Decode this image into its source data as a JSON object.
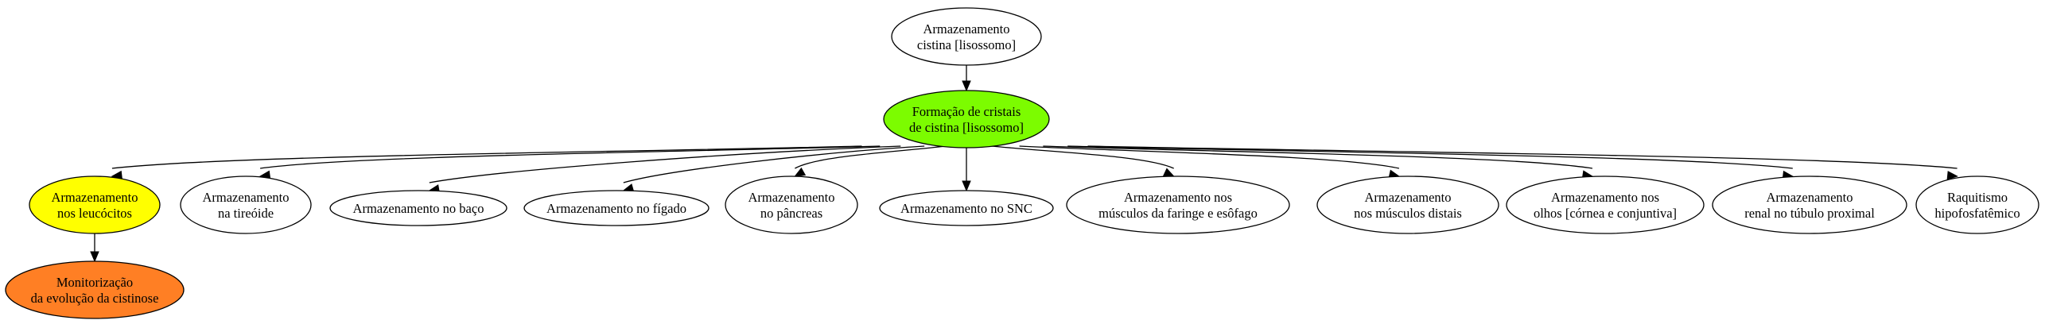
{
  "diagram": {
    "type": "flow-graph",
    "nodes": [
      {
        "id": "n_armazenamento_cistina",
        "lines": [
          "Armazenamento",
          "cistina [lisossomo]"
        ],
        "fill": "#ffffff"
      },
      {
        "id": "n_formacao_cristais",
        "lines": [
          "Formação de cristais",
          "de cistina [lisossomo]"
        ],
        "fill": "#7cfc00"
      },
      {
        "id": "n_leucocitos",
        "lines": [
          "Armazenamento",
          "nos leucócitos"
        ],
        "fill": "#ffff00"
      },
      {
        "id": "n_tireoide",
        "lines": [
          "Armazenamento",
          "na tireóide"
        ],
        "fill": "#ffffff"
      },
      {
        "id": "n_baco",
        "lines": [
          "Armazenamento no baço"
        ],
        "fill": "#ffffff"
      },
      {
        "id": "n_figado",
        "lines": [
          "Armazenamento no fígado"
        ],
        "fill": "#ffffff"
      },
      {
        "id": "n_pancreas",
        "lines": [
          "Armazenamento",
          "no pâncreas"
        ],
        "fill": "#ffffff"
      },
      {
        "id": "n_snc",
        "lines": [
          "Armazenamento no SNC"
        ],
        "fill": "#ffffff"
      },
      {
        "id": "n_faringe",
        "lines": [
          "Armazenamento nos",
          "músculos da faringe e esôfago"
        ],
        "fill": "#ffffff"
      },
      {
        "id": "n_musculos_distais",
        "lines": [
          "Armazenamento",
          "nos músculos distais"
        ],
        "fill": "#ffffff"
      },
      {
        "id": "n_olhos",
        "lines": [
          "Armazenamento nos",
          "olhos [córnea e conjuntiva]"
        ],
        "fill": "#ffffff"
      },
      {
        "id": "n_renal",
        "lines": [
          "Armazenamento",
          "renal no túbulo proximal"
        ],
        "fill": "#ffffff"
      },
      {
        "id": "n_raquitismo",
        "lines": [
          "Raquitismo",
          "hipofosfatêmico"
        ],
        "fill": "#ffffff"
      },
      {
        "id": "n_monitorizacao",
        "lines": [
          "Monitorização",
          "da evolução da cistinose"
        ],
        "fill": "#ff7f24"
      }
    ],
    "edges": [
      {
        "from": "n_armazenamento_cistina",
        "to": "n_formacao_cristais"
      },
      {
        "from": "n_formacao_cristais",
        "to": "n_leucocitos"
      },
      {
        "from": "n_formacao_cristais",
        "to": "n_tireoide"
      },
      {
        "from": "n_formacao_cristais",
        "to": "n_baco"
      },
      {
        "from": "n_formacao_cristais",
        "to": "n_figado"
      },
      {
        "from": "n_formacao_cristais",
        "to": "n_pancreas"
      },
      {
        "from": "n_formacao_cristais",
        "to": "n_snc"
      },
      {
        "from": "n_formacao_cristais",
        "to": "n_faringe"
      },
      {
        "from": "n_formacao_cristais",
        "to": "n_musculos_distais"
      },
      {
        "from": "n_formacao_cristais",
        "to": "n_olhos"
      },
      {
        "from": "n_formacao_cristais",
        "to": "n_renal"
      },
      {
        "from": "n_formacao_cristais",
        "to": "n_raquitismo"
      },
      {
        "from": "n_leucocitos",
        "to": "n_monitorizacao"
      }
    ]
  }
}
